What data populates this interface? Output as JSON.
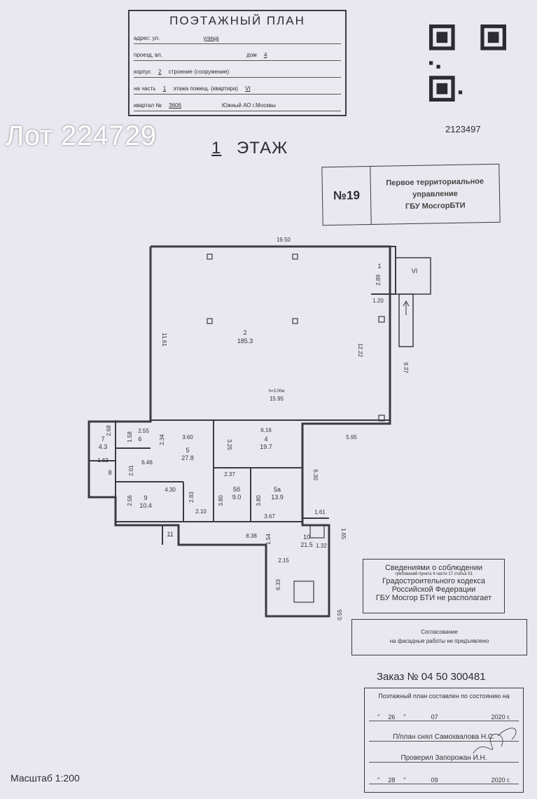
{
  "lot_title": "Лот 224729",
  "stamp": {
    "title": "ПОЭТАЖНЫЙ ПЛАН",
    "row1_label": "адрес: ул.",
    "row1_value": "улица",
    "row2_label": "проезд, вл.",
    "row2_dom_label": "дом",
    "row2_dom_value": "4",
    "row3_label": "корпус",
    "row3_value": "2",
    "row3_label2": "строение (сооружение)",
    "row4_label": "на часть",
    "row4_value": "1",
    "row4_label2": "этажа помещ. (квартира)",
    "row4_value2": "VI",
    "row5_label": "квартал №",
    "row5_value": "3606",
    "row5_district": "Южный АО г.Москвы"
  },
  "document_code": "2123497",
  "floor": {
    "number": "1",
    "label": "ЭТАЖ"
  },
  "org": {
    "number": "№19",
    "line1": "Первое территориальное",
    "line2": "управление",
    "line3": "ГБУ МосгорБТИ"
  },
  "plan": {
    "rooms": [
      {
        "id": "1",
        "area": ""
      },
      {
        "id": "2",
        "area": "185.3"
      },
      {
        "id": "4",
        "area": "19.7"
      },
      {
        "id": "5",
        "area": "27.8"
      },
      {
        "id": "5а",
        "area": "13.9"
      },
      {
        "id": "5б",
        "area": "9.0"
      },
      {
        "id": "6",
        "area": ""
      },
      {
        "id": "7",
        "area": "4.3"
      },
      {
        "id": "8",
        "area": ""
      },
      {
        "id": "9",
        "area": "10.4"
      },
      {
        "id": "10",
        "area": "21.5"
      },
      {
        "id": "11",
        "area": ""
      },
      {
        "id": "VI",
        "area": ""
      }
    ],
    "dims": {
      "d1950": "19.50",
      "d1161": "11.61",
      "d1222": "12.22",
      "d1595": "15.95",
      "h": "h=3.00м",
      "d289": "2.89",
      "d120": "1.20",
      "d937": "9.37",
      "d595": "5.95",
      "d616": "6.16",
      "d325": "3.25",
      "d630": "6.30",
      "d237": "2.37",
      "d380a": "3.80",
      "d380b": "3.80",
      "d367": "3.67",
      "d360": "3.60",
      "d234": "2.34",
      "d255": "2.55",
      "d158": "1.58",
      "d268": "2.68",
      "d163": "1.63",
      "d646": "6.46",
      "d201": "2.01",
      "d430": "4.30",
      "d256": "2.56",
      "d283": "2.83",
      "d210": "2.10",
      "d161": "1.61",
      "d165": "1.65",
      "d132": "1.32",
      "d838": "8.38",
      "d154": "1.54",
      "d215": "2.15",
      "d633": "6.33",
      "d055": "0.55"
    }
  },
  "info_box": {
    "line1": "Сведениями о соблюдении",
    "line2": "требований пункта 4 части 17 статьи 51",
    "line3": "Градостроительного кодекса",
    "line4": "Российской Федерации",
    "line5": "ГБУ Мосгор БТИ не располагает"
  },
  "facade_box": {
    "line1": "Согласование",
    "line2": "на фасадные работы не предъявлено"
  },
  "order": "Заказ № 04 50 300481",
  "sign_box": {
    "header": "Поэтажный план составлен по состоянию на",
    "date1_day": "26",
    "date1_month": "07",
    "date1_year": "2020",
    "year_suffix": "г.",
    "taken_label": "П/план снял",
    "taken_value": "Самохвалова Н.С.",
    "checked_label": "Проверил",
    "checked_value": "Запорожан И.Н.",
    "date2_day": "28",
    "date2_month": "09",
    "date2_year": "2020"
  },
  "scale": "Масштаб 1:200"
}
